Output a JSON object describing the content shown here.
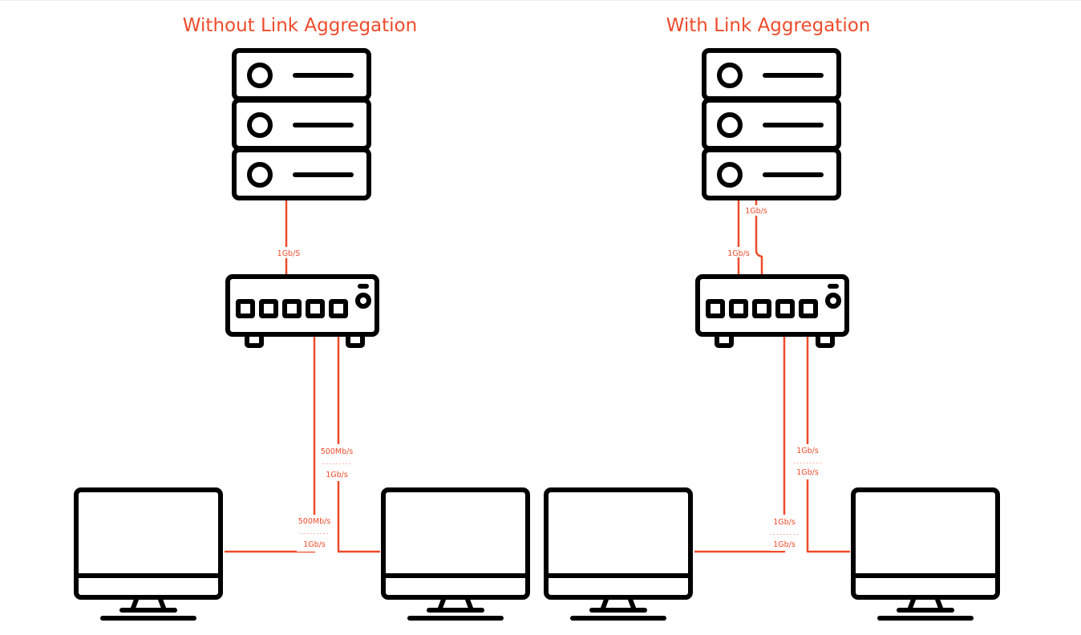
{
  "colors": {
    "accent": "#ee4b2b",
    "device": "#000000"
  },
  "icons": {
    "server": "server-rack-icon",
    "switch": "network-switch-icon",
    "computer": "desktop-monitor-icon"
  },
  "left": {
    "title": "Without Link Aggregation",
    "server_switch_label": "1Gb/S",
    "client_a": {
      "top": "500Mb/s",
      "sep": "---------",
      "bottom": "1Gb/s"
    },
    "client_b": {
      "top": "500Mb/s",
      "sep": "---------",
      "bottom": "1Gb/s"
    }
  },
  "right": {
    "title": "With Link Aggregation",
    "server_link_1_label": "1Gb/s",
    "server_link_2_label": "1Gb/s",
    "client_a": {
      "top": "1Gb/s",
      "sep": "---------",
      "bottom": "1Gb/s"
    },
    "client_b": {
      "top": "1Gb/s",
      "sep": "---------",
      "bottom": "1Gb/s"
    }
  }
}
